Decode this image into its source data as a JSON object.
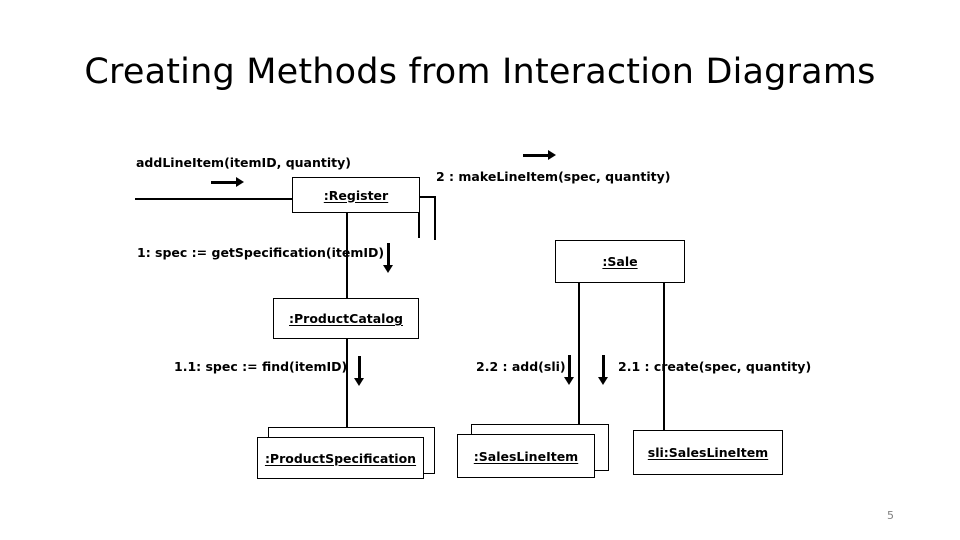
{
  "slide": {
    "title": "Creating Methods from Interaction Diagrams",
    "page_number": "5",
    "page_number_color": "#808080",
    "background_color": "#ffffff",
    "ink_color": "#000000"
  },
  "diagram": {
    "type": "uml-collaboration-diagram",
    "objects": [
      {
        "id": "register",
        "label": ":Register",
        "stacked": false
      },
      {
        "id": "sale",
        "label": ":Sale",
        "stacked": false
      },
      {
        "id": "product-catalog",
        "label": ":ProductCatalog",
        "stacked": false
      },
      {
        "id": "product-spec",
        "label": ":ProductSpecification",
        "stacked": true
      },
      {
        "id": "sales-line-item",
        "label": ":SalesLineItem",
        "stacked": true
      },
      {
        "id": "sli-sales-line-item",
        "label": "sli:SalesLineItem",
        "stacked": false
      }
    ],
    "messages": [
      {
        "id": "msg-add-line-item",
        "text": "addLineItem(itemID, quantity)",
        "direction": "right"
      },
      {
        "id": "msg-make-line-item",
        "text": "2 : makeLineItem(spec, quantity)",
        "direction": "right"
      },
      {
        "id": "msg-get-specification",
        "text": "1: spec := getSpecification(itemID)",
        "direction": "down"
      },
      {
        "id": "msg-find",
        "text": "1.1: spec := find(itemID)",
        "direction": "down"
      },
      {
        "id": "msg-add-sli",
        "text": "2.2 : add(sli)",
        "direction": "down"
      },
      {
        "id": "msg-create",
        "text": "2.1 : create(spec, quantity)",
        "direction": "down"
      }
    ]
  }
}
